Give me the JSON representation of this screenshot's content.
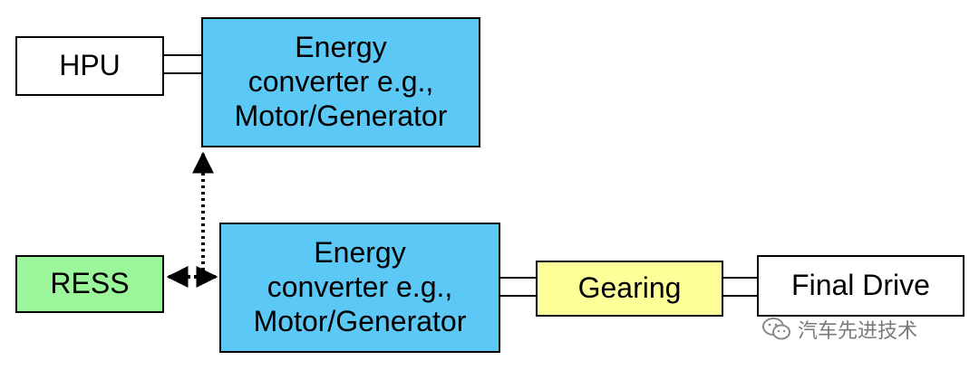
{
  "diagram": {
    "hpu": {
      "label": "HPU"
    },
    "converter_top": {
      "lines": [
        "Energy",
        "converter e.g.,",
        "Motor/Generator"
      ]
    },
    "ress": {
      "label": "RESS"
    },
    "converter_bottom": {
      "lines": [
        "Energy",
        "converter e.g.,",
        "Motor/Generator"
      ]
    },
    "gearing": {
      "label": "Gearing"
    },
    "final_drive": {
      "label": "Final Drive"
    }
  },
  "watermark": {
    "text": "汽车先进技术",
    "icon": "wechat-icon"
  },
  "colors": {
    "converter_fill": "#5bc8f5",
    "ress_fill": "#9bf59b",
    "gearing_fill": "#ffff99",
    "plain_fill": "#ffffff"
  }
}
